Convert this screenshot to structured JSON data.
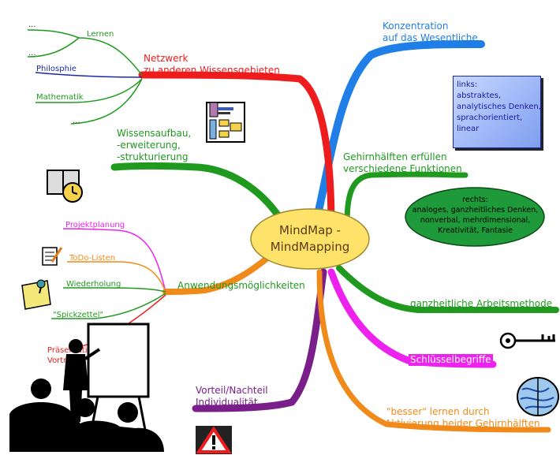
{
  "center": {
    "line1": "MindMap -",
    "line2": "MindMapping"
  },
  "branches": {
    "konzentration": {
      "line1": "Konzentration",
      "line2": "auf das Wesentliche"
    },
    "netzwerk": {
      "line1": "Netzwerk",
      "line2": "zu anderen Wissensgebieten"
    },
    "netzwerk_sub": {
      "lernen": "Lernen",
      "philosophie": "Philosphie",
      "mathematik": "Mathematik",
      "dots1": "...",
      "dots2": "...",
      "dots3": "..."
    },
    "wissen": {
      "line1": "Wissensaufbau,",
      "line2": "-erweiterung,",
      "line3": "-strukturierung"
    },
    "gehirn": {
      "line1": "Gehirnhälften erfüllen",
      "line2": "verschiedene Funktionen"
    },
    "anwendung": {
      "label": "Anwendungsmöglichkeiten"
    },
    "anwendung_sub": {
      "projekt": "Projektplanung",
      "todo": "ToDo-Listen",
      "wiederholung": "Wiederholung",
      "spick": "\"Spickzettel\"",
      "praes1": "Präsentationen/",
      "praes2": "Vorträge"
    },
    "ganzheitlich": {
      "label": "ganzheitliche Arbeitsmethode"
    },
    "schluessel": {
      "label": "Schlüsselbegriffe"
    },
    "vorteil": {
      "line1": "Vorteil/Nachteil",
      "line2": "Individualität"
    },
    "besser": {
      "line1": "\"besser\" lernen durch",
      "line2": "Aktivierung beider Gehirnhälften"
    }
  },
  "links_box": {
    "l1": "links:",
    "l2": "abstraktes,",
    "l3": "analytisches Denken,",
    "l4": "sprachorientiert,",
    "l5": "linear"
  },
  "rechts_box": {
    "l1": "rechts:",
    "l2": "analoges, ganzheitliches Denken,",
    "l3": "nonverbal, mehrdimensional,",
    "l4": "Kreativität, Fantasie"
  },
  "colors": {
    "blue": "#1f7fe6",
    "red": "#ee1c1c",
    "green": "#1f9a1f",
    "orange": "#f08a1a",
    "magenta": "#ee22ee",
    "purple": "#7a1f8a",
    "center_fill": "#ffe26a"
  },
  "icons": [
    "clipboard-icon",
    "book-clock-icon",
    "notepad-pencil-icon",
    "pinned-note-icon",
    "presentation-silhouette-icon",
    "key-icon",
    "brain-icon",
    "warning-icon"
  ]
}
